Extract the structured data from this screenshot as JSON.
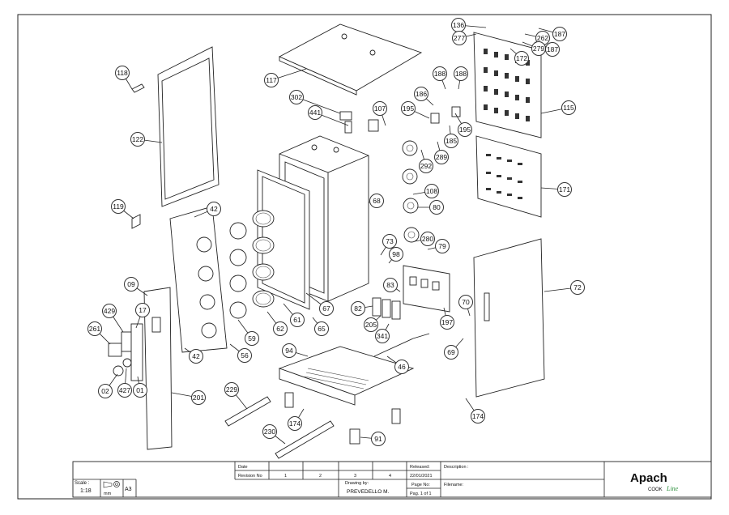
{
  "balloons": [
    "136",
    "277",
    "187",
    "262",
    "279",
    "172",
    "187",
    "118",
    "117",
    "188",
    "188",
    "302",
    "441",
    "107",
    "186",
    "195",
    "195",
    "185",
    "115",
    "289",
    "292",
    "122",
    "171",
    "108",
    "119",
    "42",
    "68",
    "80",
    "280",
    "79",
    "73",
    "98",
    "83",
    "82",
    "09",
    "429",
    "17",
    "261",
    "67",
    "62",
    "61",
    "65",
    "59",
    "56",
    "205",
    "341",
    "197",
    "70",
    "72",
    "69",
    "42",
    "94",
    "46",
    "02",
    "427",
    "01",
    "201",
    "229",
    "174",
    "174",
    "230",
    "91"
  ],
  "title_block": {
    "scale_label": "Scale :",
    "scale_value": "1:18",
    "unit": "mm",
    "sheet_size": "A3",
    "date_label": "Date",
    "revision_label": "Revision No",
    "revisions": [
      "1",
      "2",
      "3",
      "4"
    ],
    "drawing_by_label": "Drawing by:",
    "drawing_by_value": "PREVEDELLO M.",
    "released_label": "Released:",
    "released_value": "22/01/2021",
    "page_no_label": "Page No:",
    "page_value": "Pag. 1 of 1",
    "description_label": "Description :",
    "filename_label": "Filename:",
    "logo_main": "Apach",
    "logo_sub": "COOK",
    "logo_script": "Line"
  }
}
